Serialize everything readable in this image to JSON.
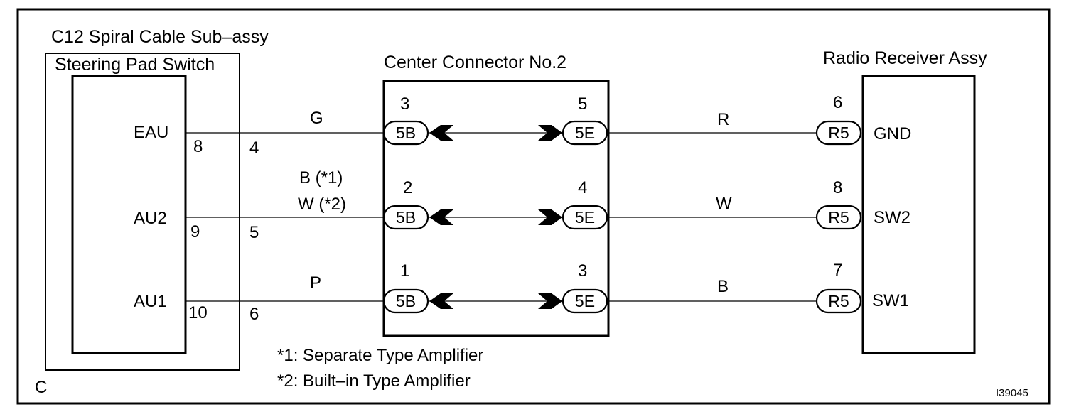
{
  "frame": {
    "corner_label": "C",
    "figure_id": "I39045"
  },
  "left_component": {
    "outer_title": "C12 Spiral Cable Sub–assy",
    "inner_title": "Steering Pad Switch",
    "rows": [
      {
        "terminal": "EAU",
        "pin_inner": "8",
        "pin_outer": "4"
      },
      {
        "terminal": "AU2",
        "pin_inner": "9",
        "pin_outer": "5"
      },
      {
        "terminal": "AU1",
        "pin_inner": "10",
        "pin_outer": "6"
      }
    ]
  },
  "wires_left": [
    {
      "color_label": "G"
    },
    {
      "color_label_1": "B (*1)",
      "color_label_2": "W (*2)"
    },
    {
      "color_label": "P"
    }
  ],
  "center_connector": {
    "title": "Center Connector No.2",
    "rows": [
      {
        "left_pin": "3",
        "left_code": "5B",
        "right_pin": "5",
        "right_code": "5E"
      },
      {
        "left_pin": "2",
        "left_code": "5B",
        "right_pin": "4",
        "right_code": "5E"
      },
      {
        "left_pin": "1",
        "left_code": "5B",
        "right_pin": "3",
        "right_code": "5E"
      }
    ]
  },
  "wires_right": [
    {
      "color_label": "R"
    },
    {
      "color_label": "W"
    },
    {
      "color_label": "B"
    }
  ],
  "right_component": {
    "title": "Radio Receiver Assy",
    "rows": [
      {
        "pin": "6",
        "code": "R5",
        "terminal": "GND"
      },
      {
        "pin": "8",
        "code": "R5",
        "terminal": "SW2"
      },
      {
        "pin": "7",
        "code": "R5",
        "terminal": "SW1"
      }
    ]
  },
  "footnotes": [
    "*1: Separate Type Amplifier",
    "*2: Built–in Type Amplifier"
  ]
}
